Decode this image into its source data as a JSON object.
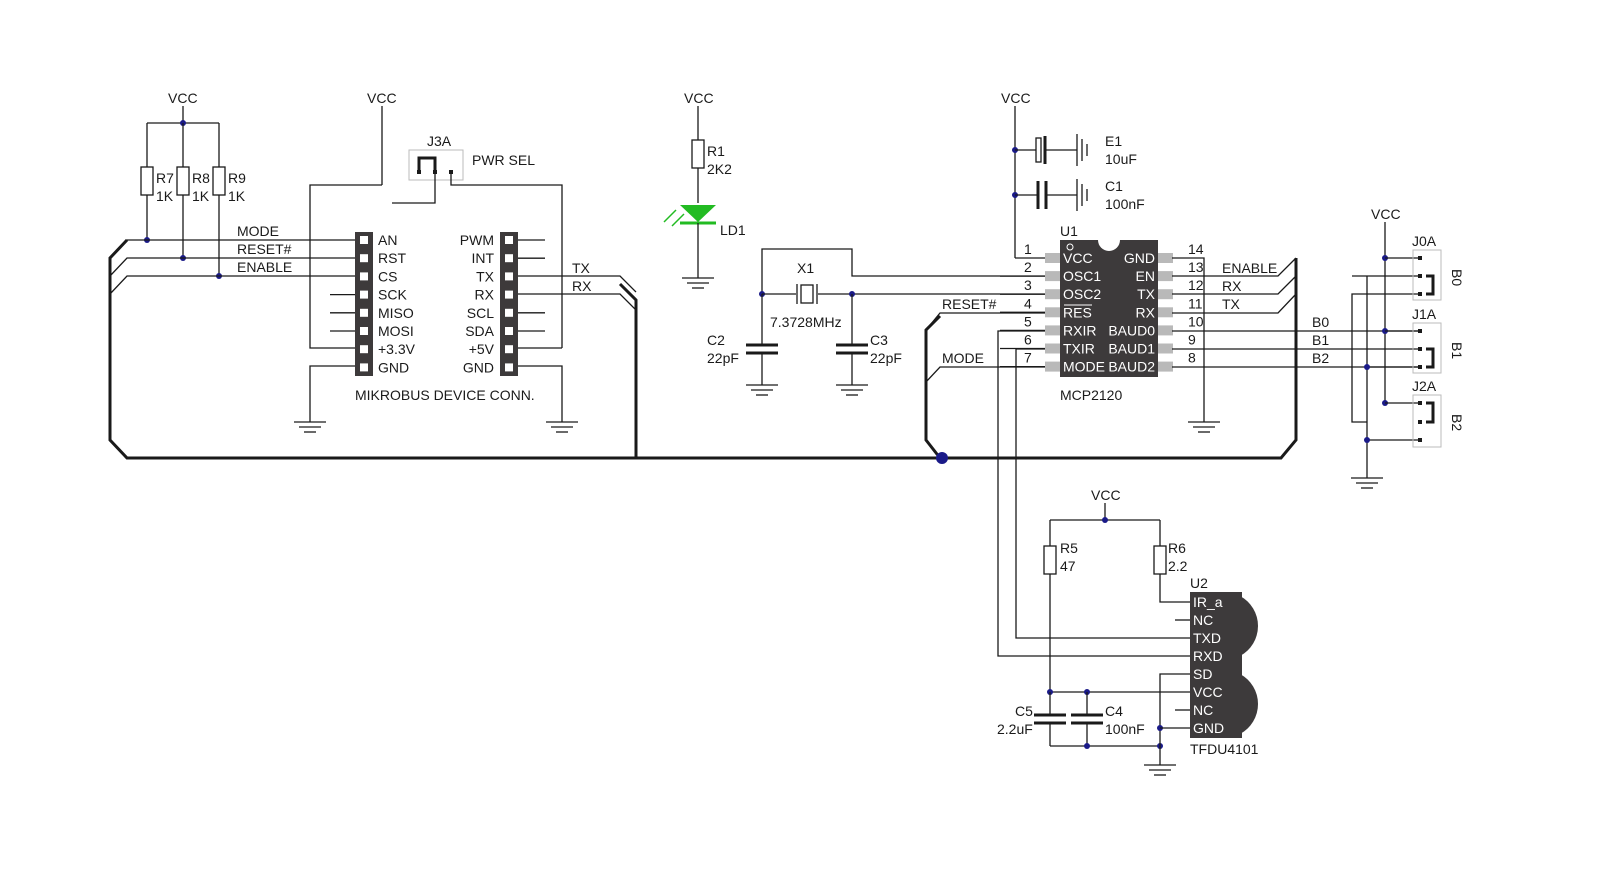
{
  "power": {
    "vcc": "VCC"
  },
  "resistors": {
    "r7": {
      "ref": "R7",
      "value": "1K"
    },
    "r8": {
      "ref": "R8",
      "value": "1K"
    },
    "r9": {
      "ref": "R9",
      "value": "1K"
    },
    "r1": {
      "ref": "R1",
      "value": "2K2"
    },
    "r5": {
      "ref": "R5",
      "value": "47"
    },
    "r6": {
      "ref": "R6",
      "value": "2.2"
    }
  },
  "capacitors": {
    "e1": {
      "ref": "E1",
      "value": "10uF"
    },
    "c1": {
      "ref": "C1",
      "value": "100nF"
    },
    "c2": {
      "ref": "C2",
      "value": "22pF"
    },
    "c3": {
      "ref": "C3",
      "value": "22pF"
    },
    "c4": {
      "ref": "C4",
      "value": "100nF"
    },
    "c5": {
      "ref": "C5",
      "value": "2.2uF"
    }
  },
  "crystal": {
    "ref": "X1",
    "value": "7.3728MHz"
  },
  "led": {
    "ref": "LD1",
    "color": "#22bb22"
  },
  "jumper_pwr": {
    "ref": "J3A",
    "label": "PWR SEL"
  },
  "nets": {
    "mode": "MODE",
    "reset": "RESET#",
    "enable": "ENABLE",
    "tx": "TX",
    "rx": "RX",
    "b0": "B0",
    "b1": "B1",
    "b2": "B2"
  },
  "mikrobus": {
    "title": "MIKROBUS DEVICE CONN.",
    "left_pins": [
      "AN",
      "RST",
      "CS",
      "SCK",
      "MISO",
      "MOSI",
      "+3.3V",
      "GND"
    ],
    "right_pins": [
      "PWM",
      "INT",
      "TX",
      "RX",
      "SCL",
      "SDA",
      "+5V",
      "GND"
    ]
  },
  "u1": {
    "ref": "U1",
    "part": "MCP2120",
    "left_pins": [
      "VCC",
      "OSC1",
      "OSC2",
      "RES",
      "RXIR",
      "TXIR",
      "MODE"
    ],
    "left_numbers": [
      "1",
      "2",
      "3",
      "4",
      "5",
      "6",
      "7"
    ],
    "right_pins": [
      "GND",
      "EN",
      "TX",
      "RX",
      "BAUD0",
      "BAUD1",
      "BAUD2"
    ],
    "right_numbers": [
      "14",
      "13",
      "12",
      "11",
      "10",
      "9",
      "8"
    ]
  },
  "u2": {
    "ref": "U2",
    "part": "TFDU4101",
    "pins": [
      "IR_a",
      "NC",
      "TXD",
      "RXD",
      "SD",
      "VCC",
      "NC",
      "GND"
    ]
  },
  "baud_jumpers": {
    "j0": {
      "ref": "J0A",
      "label": "B0"
    },
    "j1": {
      "ref": "J1A",
      "label": "B1"
    },
    "j2": {
      "ref": "J2A",
      "label": "B2"
    }
  }
}
